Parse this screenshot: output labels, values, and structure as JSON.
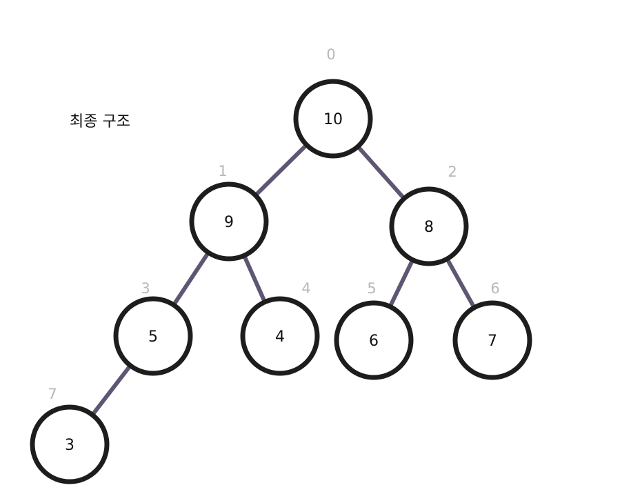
{
  "title": "최종 구조",
  "colors": {
    "edge": "#5e5673",
    "node_border": "#1e1c1c",
    "index_label": "#b8b8b8"
  },
  "nodes": [
    {
      "index": "0",
      "value": "10"
    },
    {
      "index": "1",
      "value": "9"
    },
    {
      "index": "2",
      "value": "8"
    },
    {
      "index": "3",
      "value": "5"
    },
    {
      "index": "4",
      "value": "4"
    },
    {
      "index": "5",
      "value": "6"
    },
    {
      "index": "6",
      "value": "7"
    },
    {
      "index": "7",
      "value": "3"
    }
  ],
  "edges": [
    {
      "from": "0",
      "to": "1"
    },
    {
      "from": "0",
      "to": "2"
    },
    {
      "from": "1",
      "to": "3"
    },
    {
      "from": "1",
      "to": "4"
    },
    {
      "from": "2",
      "to": "5"
    },
    {
      "from": "2",
      "to": "6"
    },
    {
      "from": "3",
      "to": "7"
    }
  ]
}
